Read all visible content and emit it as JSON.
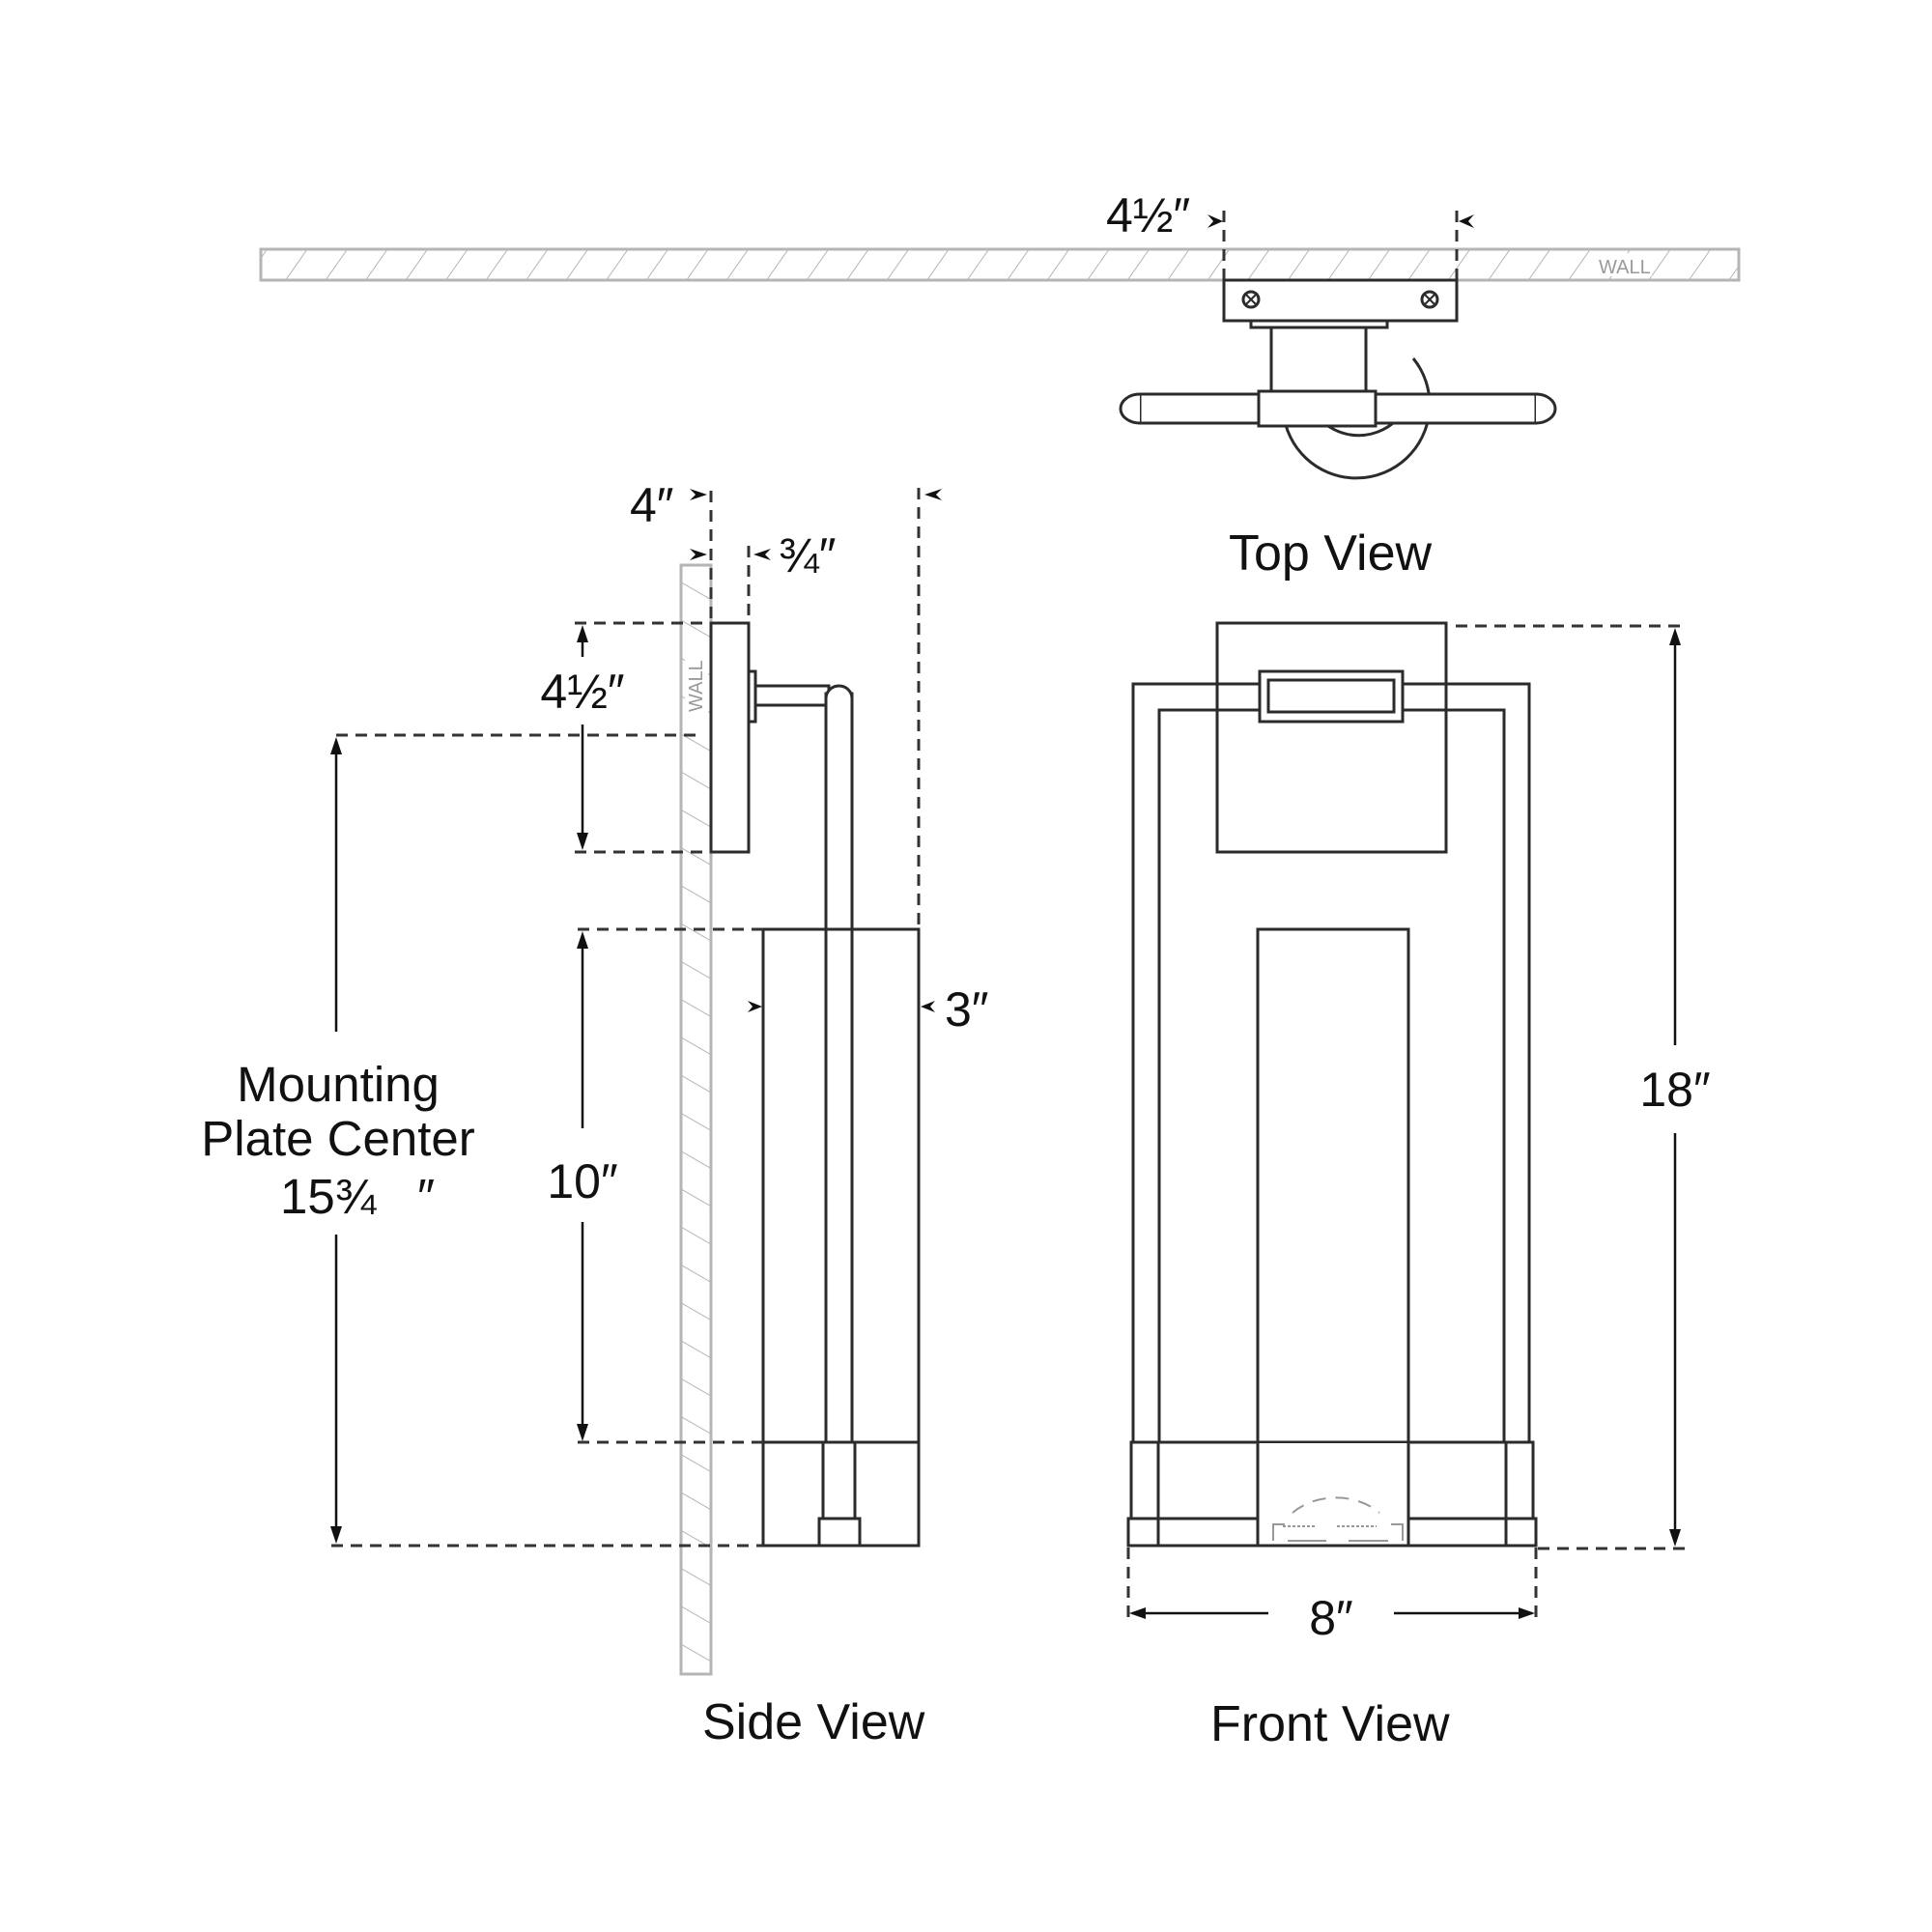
{
  "drawing": {
    "wall_label": "WALL",
    "colors": {
      "line": "#2b2b2b",
      "wall": "#b5b5b5",
      "text": "#111111",
      "background": "#ffffff"
    }
  },
  "top_view": {
    "title": "Top View",
    "width_dim": "4½″"
  },
  "side_view": {
    "title": "Side View",
    "extension_dim": "4″",
    "plate_depth_dim": "¾″",
    "plate_height_dim": "4½″",
    "shade_height_dim": "10″",
    "shade_depth_dim": "3″",
    "mounting_label_line1": "Mounting",
    "mounting_label_line2": "Plate Center",
    "mounting_value": "15¾",
    "mounting_unit": "″"
  },
  "front_view": {
    "title": "Front View",
    "height_dim": "18″",
    "width_dim": "8″"
  }
}
